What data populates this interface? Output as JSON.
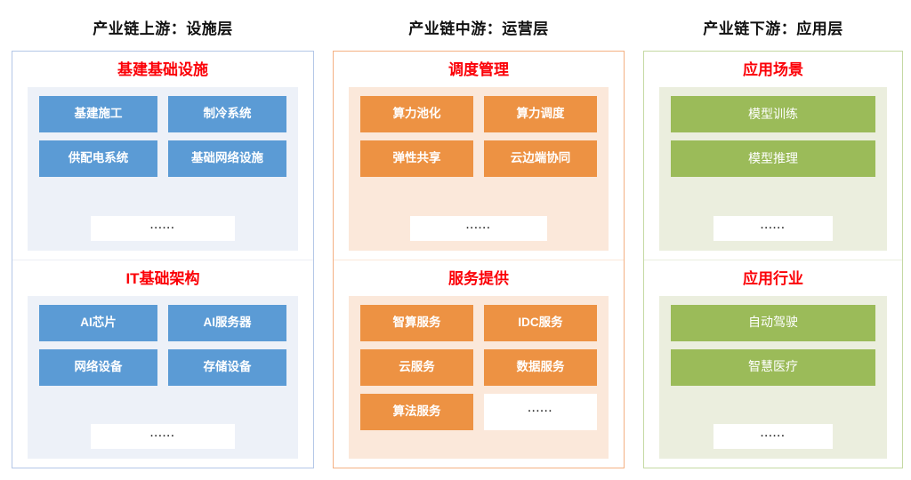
{
  "columns": [
    {
      "header": "产业链上游：设施层",
      "accent": "#5b9bd5",
      "border": "#b4c7e7",
      "tint": "#edf1f8",
      "sections": [
        {
          "title": "基建基础设施",
          "items": [
            "基建施工",
            "制冷系统",
            "供配电系统",
            "基础网络设施"
          ],
          "ellipsis": "······"
        },
        {
          "title": "IT基础架构",
          "items": [
            "AI芯片",
            "AI服务器",
            "网络设备",
            "存储设备"
          ],
          "ellipsis": "······"
        }
      ]
    },
    {
      "header": "产业链中游：运营层",
      "accent": "#ed9243",
      "border": "#f4b183",
      "tint": "#fbe8da",
      "sections": [
        {
          "title": "调度管理",
          "items": [
            "算力池化",
            "算力调度",
            "弹性共享",
            "云边端协同"
          ],
          "ellipsis": "······"
        },
        {
          "title": "服务提供",
          "items": [
            "智算服务",
            "IDC服务",
            "云服务",
            "数据服务",
            "算法服务"
          ],
          "ellipsis": "······"
        }
      ]
    },
    {
      "header": "产业链下游：应用层",
      "accent": "#9bbb59",
      "border": "#c5d9a3",
      "tint": "#ebeede",
      "sections": [
        {
          "title": "应用场景",
          "items": [
            "模型训练",
            "模型推理"
          ],
          "ellipsis": "······"
        },
        {
          "title": "应用行业",
          "items": [
            "自动驾驶",
            "智慧医疗"
          ],
          "ellipsis": "······"
        }
      ]
    }
  ]
}
